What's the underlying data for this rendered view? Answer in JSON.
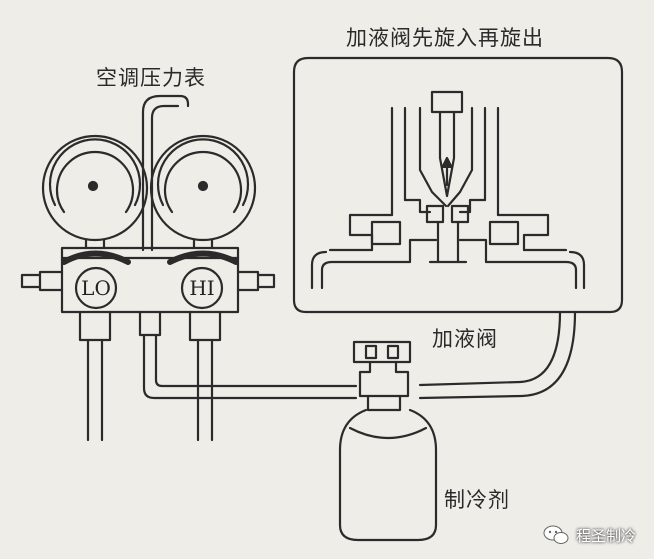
{
  "labels": {
    "gauge_set": "空调压力表",
    "valve_action": "加液阀先旋入再旋出",
    "charge_valve": "加液阀",
    "refrigerant": "制冷剂"
  },
  "gauges": {
    "low_side": "LO",
    "high_side": "HI"
  },
  "watermark": {
    "text": "程圣制冷",
    "icon": "wechat-icon"
  },
  "colors": {
    "background": "#efede8",
    "line": "#2b2b2b"
  }
}
